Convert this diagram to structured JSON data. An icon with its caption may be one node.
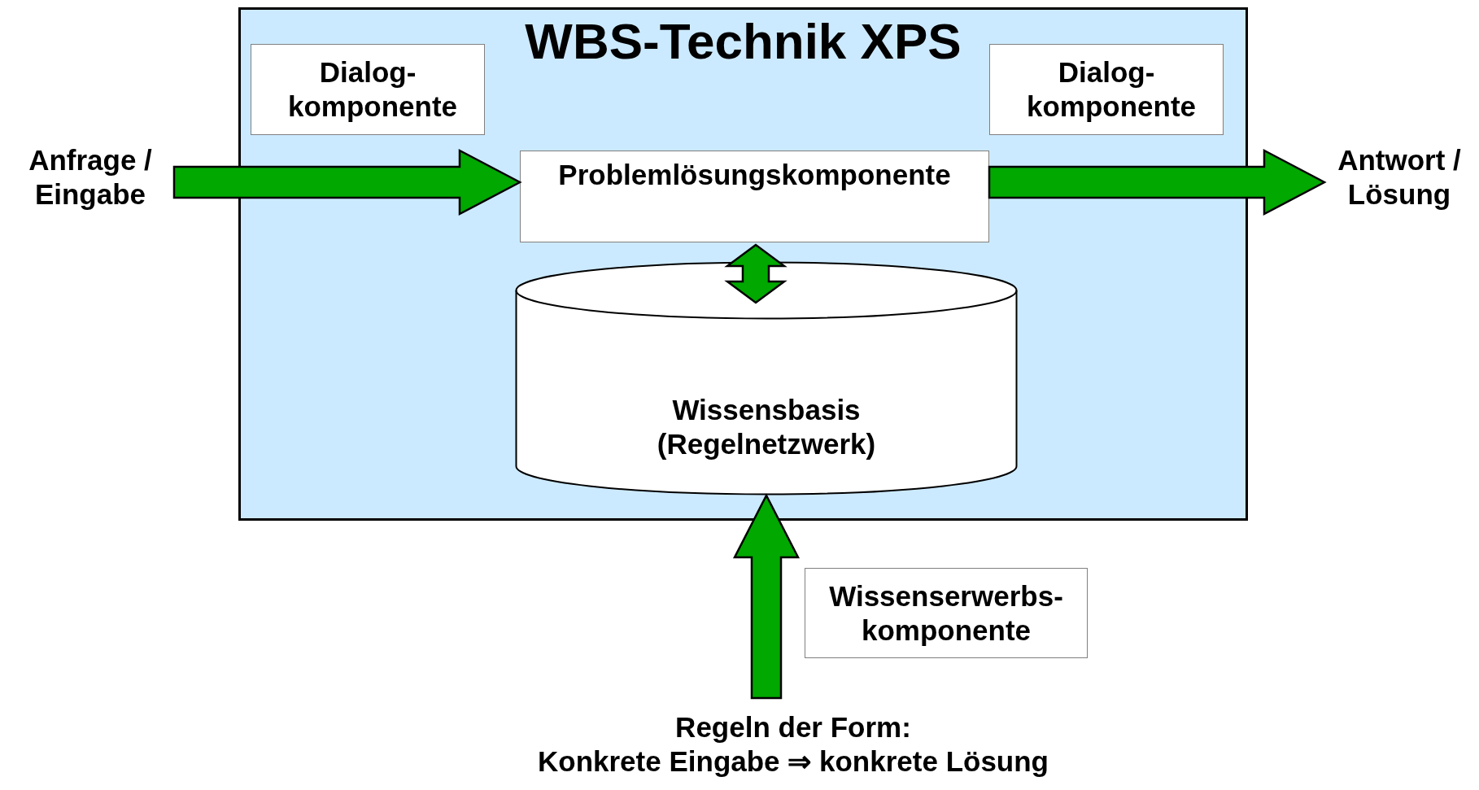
{
  "diagram": {
    "nodes": [
      {
        "text": [
          "WBS-Technik XPS"
        ]
      },
      {
        "text": [
          "Dialog- komponente"
        ],
        "in": 0
      },
      {
        "text": [
          "Dialog- komponente"
        ],
        "in": 0
      },
      {
        "text": [
          "Problemlösungskomponente"
        ],
        "in": 0
      },
      {
        "text": [
          "Wissensbasis (Regelnetzwerk)"
        ],
        "in": 0
      },
      {
        "text": [
          "Wissenserwerbs- komponente"
        ]
      },
      {
        "text": [
          "Anfrage / Eingabe"
        ]
      },
      {
        "text": [
          "Antwort / Lösung"
        ]
      },
      {
        "text": [
          "Regeln der Form:",
          "Konkrete Eingabe ⇒ konkrete Lösung"
        ]
      }
    ],
    "edges": [
      {
        "from": 6,
        "to": 3,
        "arrow": "to"
      },
      {
        "from": 3,
        "to": 7,
        "arrow": "to"
      },
      {
        "from": 3,
        "to": 4,
        "arrow": "both"
      },
      {
        "from": 8,
        "to": 4,
        "arrow": "to"
      }
    ]
  }
}
